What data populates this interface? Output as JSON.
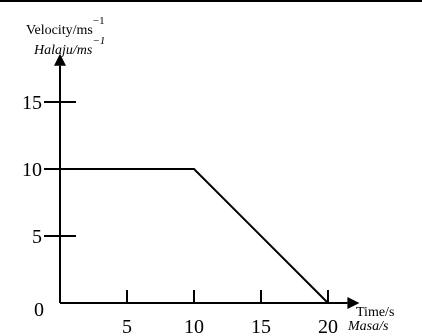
{
  "chart_data": {
    "type": "line",
    "title": "",
    "ylabel": "Velocity/ms",
    "ylabel_exponent": "−1",
    "ylabel_alt": "Halaju/ms",
    "ylabel_alt_exponent": "−1",
    "xlabel": "Time/s",
    "xlabel_alt": "Masa/s",
    "xlim": [
      0,
      21
    ],
    "ylim": [
      0,
      18
    ],
    "x_ticks": [
      5,
      10,
      15,
      20
    ],
    "y_ticks": [
      5,
      10,
      15
    ],
    "origin_label": "0",
    "grid": false,
    "series": [
      {
        "x": [
          0,
          10,
          20
        ],
        "y": [
          10,
          10,
          0
        ]
      }
    ]
  },
  "colors": {
    "line": "#000000",
    "background": "#ffffff"
  }
}
